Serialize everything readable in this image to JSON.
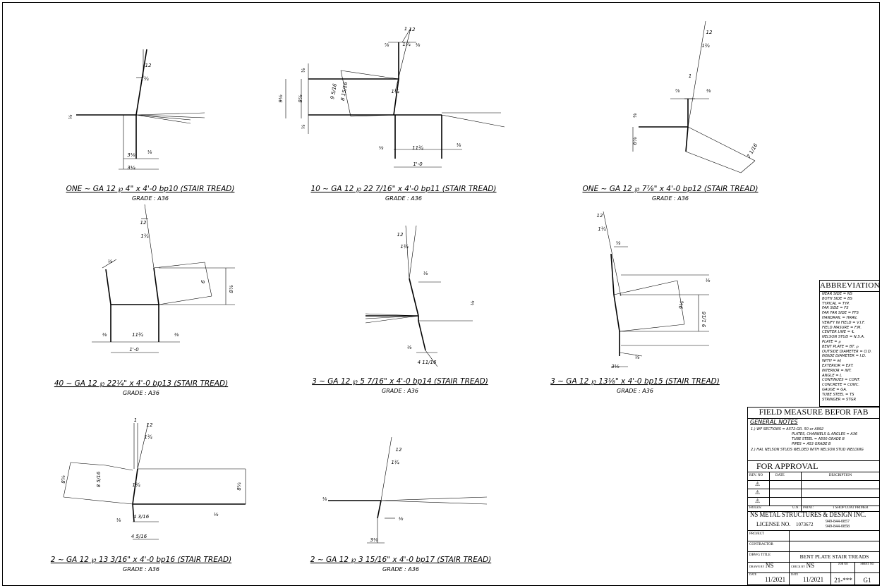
{
  "details": [
    {
      "title": "ONE ~ GA 12 ℘ 4\" x 4'-0 bp10 (STAIR TREAD)",
      "grade": "GRADE : A36",
      "dims": [
        "⅛",
        "12",
        "1¾",
        "3⅛",
        "⅛",
        "3¼"
      ]
    },
    {
      "title": "10 ~ GA 12 ℘ 22 7/16\" x 4'-0 bp11 (STAIR TREAD)",
      "grade": "GRADE : A36",
      "dims": [
        "1",
        "12",
        "⅞",
        "1¾",
        "⅛",
        "⅛",
        "9⅛",
        "8⅞",
        "9 5/16",
        "8 15/16",
        "1¾",
        "⅛",
        "⅛",
        "11¾",
        "⅛",
        "1'-0"
      ]
    },
    {
      "title": "ONE ~ GA 12 ℘ 7⅞\" x 4'-0 bp12 (STAIR TREAD)",
      "grade": "GRADE : A36",
      "dims": [
        "12",
        "1¾",
        "1",
        "⅞",
        "⅛",
        "⅛",
        "6⅞",
        "7 1/16"
      ]
    },
    {
      "title": "40 ~ GA 12 ℘ 22¼\" x 4'-0 bp13 (STAIR TREAD)",
      "grade": "GRADE : A36",
      "dims": [
        "12",
        "1¾",
        "⅛",
        "6",
        "8⅞",
        "⅛",
        "11¾",
        "⅛",
        "1'-0"
      ]
    },
    {
      "title": "3 ~ GA 12 ℘ 5 7/16\" x 4'-0 bp14 (STAIR TREAD)",
      "grade": "GRADE : A36",
      "dims": [
        "12",
        "1¾",
        "⅛",
        "⅛",
        "⅛",
        "4 11/16"
      ]
    },
    {
      "title": "3 ~ GA 12 ℘ 13⅛\" x 4'-0 bp15 (STAIR TREAD)",
      "grade": "GRADE : A36",
      "dims": [
        "12",
        "1¾",
        "⅛",
        "9⅛",
        "9 1/16",
        "⅛",
        "3⅛",
        "⅛"
      ]
    },
    {
      "title": "2 ~ GA 12 ℘ 13 3/16\" x 4'-0 bp16 (STAIR TREAD)",
      "grade": "GRADE : A36",
      "dims": [
        "1",
        "12",
        "1¾",
        "8⅝",
        "8 5/16",
        "1¾",
        "8¼",
        "⅛",
        "4 3/16",
        "⅛",
        "4 5/16"
      ]
    },
    {
      "title": "2 ~ GA 12 ℘ 3 15/16\" x 4'-0 bp17 (STAIR TREAD)",
      "grade": "GRADE : A36",
      "dims": [
        "12",
        "1¾",
        "⅛",
        "⅛",
        "3⅛"
      ]
    }
  ],
  "abbreviation": {
    "title": "ABBREVIATION",
    "items": [
      "NEAR SIDE = NS",
      "BOTH SIDE = BS",
      "TYPICAL = TYP.",
      "FAR SIDE = FS",
      "FAR FAR SIDE = FFS",
      "HANDRAIL = HRAIL",
      "VERIFY IN FIELD = V.I.F.",
      "FIELD MASURE = F.M.",
      "CENTER LINE = ℄",
      "NELSON STUD = N.S.A.",
      "PLATE = ℘",
      "BENT PLATE = BT. ℘",
      "OUTSIDE DIAMETER = O.D.",
      "INSIDE DIAMETER = I.D.",
      "WITH = w\\",
      "EXTERIOR = EXT.",
      "INTERIOR = INT.",
      "ANGLE = L",
      "CONTINUES = CONT.",
      "CONCRETE = CONC.",
      "GAUGE = GA.",
      "TUBE STEEL = TS",
      "STRINGER = STGR"
    ]
  },
  "title_block": {
    "field_measure": "FIELD MEASURE BEFOR FAB",
    "general_notes_heading": "GENERAL NOTES",
    "notes": [
      "1.) WF SECTIONS =     A572-GR. 50 or A992",
      "PLATES, CHANNELS & ANGLES = A36",
      "TUBE STEEL = A500 GRADE B",
      "PIPES = A53 GRADE B",
      "2.) HAL NELSON STUDS WELDED WITH NELSON STUD WELDING"
    ],
    "for_approval": "FOR APPROVAL",
    "rev_headers": {
      "rev_no": "REV. NO",
      "date": "DATE",
      "description": "DESCRIPTION"
    },
    "rev_rows": [
      "⚠",
      "⚠",
      "⚠"
    ],
    "holes_label": "HOLES:",
    "holes_value": "U.N.",
    "paint_label": "PAINT:",
    "paint_value": "1 SHOP COAT PRIMER",
    "company": "NS METAL STRUCTURES & DESIGN INC.",
    "license_label": "LICENSE NO.",
    "license_no": "1073672",
    "phone1": "949-844-0857",
    "phone2": "949-844-0858",
    "project_label": "PROJECT",
    "contractor_label": "CONTRACTOR",
    "drwg_title_label": "DRWG TITLE",
    "drwg_title": "BENT PLATE STAIR TREADS",
    "drawn_by_label": "DRAWN BY",
    "drawn_by": "NS",
    "check_by_label": "CHECK BY",
    "check_by": "NS",
    "job_no_label": "JOB NO",
    "sheet_no_label": "SHEET NO",
    "date_label": "DATE",
    "date1": "11/2021",
    "date2": "11/2021",
    "job_no": "21-***",
    "sheet_no": "G1"
  }
}
